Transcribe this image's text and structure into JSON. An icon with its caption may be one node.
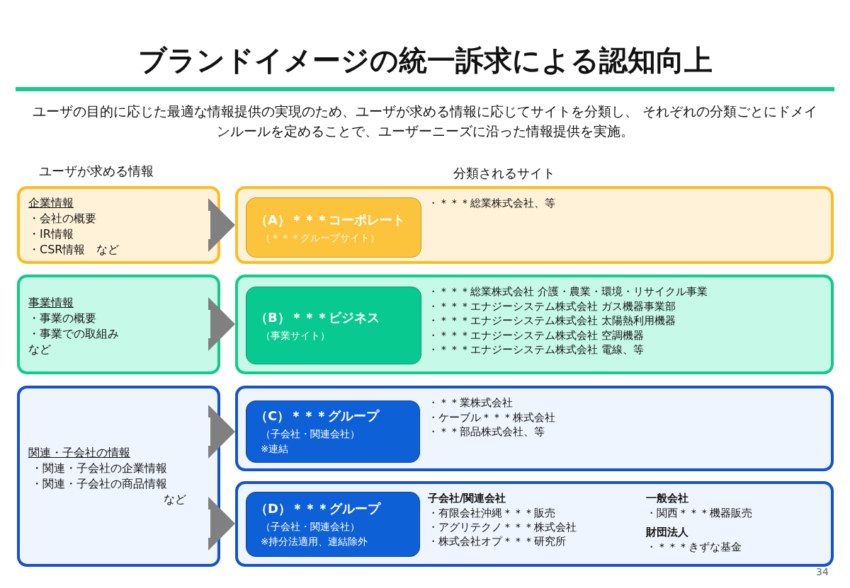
{
  "diagram": {
    "title": "ブランドイメージの統一訴求による認知向上",
    "nodes": [
      {
        "text": [
          "企業情報",
          "・会社の概要",
          "・IR情報",
          "・CSR情報　など"
        ]
      },
      {
        "text": [
          "・＊＊＊総業株式会社、等"
        ]
      },
      {
        "text": [
          "（A）＊＊＊コーポレート",
          "（＊＊＊グループサイト）"
        ],
        "in": 1
      },
      {
        "text": [
          "事業情報",
          "・事業の概要",
          "・事業での取組み",
          "など"
        ]
      },
      {
        "text": [
          "・＊＊＊総業株式会社 介護・農業・環境・リサイクル事業",
          "・＊＊＊エナジーシステム株式会社 ガス機器事業部",
          "・＊＊＊エナジーシステム株式会社 太陽熱利用機器",
          "・＊＊＊エナジーシステム株式会社 空調機器",
          "・＊＊＊エナジーシステム株式会社 電線、等"
        ]
      },
      {
        "text": [
          "（B）＊＊＊ビジネス",
          "（事業サイト）"
        ],
        "in": 4
      },
      {
        "text": [
          "関連・子会社の情報",
          "・関連・子会社の企業情報",
          "・関連・子会社の商品情報",
          "など"
        ]
      },
      {
        "text": [
          "・＊＊業株式会社",
          "・ケーブル＊＊＊株式会社",
          "・＊＊部品株式会社、等"
        ]
      },
      {
        "text": [
          "（C）＊＊＊グループ",
          "（子会社・関連会社）",
          "※連結"
        ],
        "in": 7
      },
      {
        "text": [
          "子会社/関連会社",
          "・有限会社沖縄＊＊＊販売",
          "・アグリテクノ＊＊＊株式会社",
          "・株式会社オプ＊＊＊研究所",
          "一般会社",
          "・関西＊＊＊機器販売",
          "財団法人",
          "・＊＊＊きずな基金"
        ]
      },
      {
        "text": [
          "（D）＊＊＊グループ",
          "（子会社・関連会社）",
          "※持分法適用、連結除外"
        ],
        "in": 9
      }
    ],
    "edges": [
      {
        "from": 0,
        "to": 1,
        "arrow": "to"
      },
      {
        "from": 3,
        "to": 4,
        "arrow": "to"
      },
      {
        "from": 6,
        "to": 7,
        "arrow": "to"
      },
      {
        "from": 6,
        "to": 9,
        "arrow": "to"
      }
    ],
    "labels": [
      "ユーザの目的に応じた最適な情報提供の実現のため、ユーザが求める情報に応じてサイトを分類し、 それぞれの分類ごとにドメインルールを定めることで、ユーザーニーズに沿った情報提供を実施。",
      "ユーザが求める情報",
      "分類されるサイト",
      "34"
    ]
  }
}
